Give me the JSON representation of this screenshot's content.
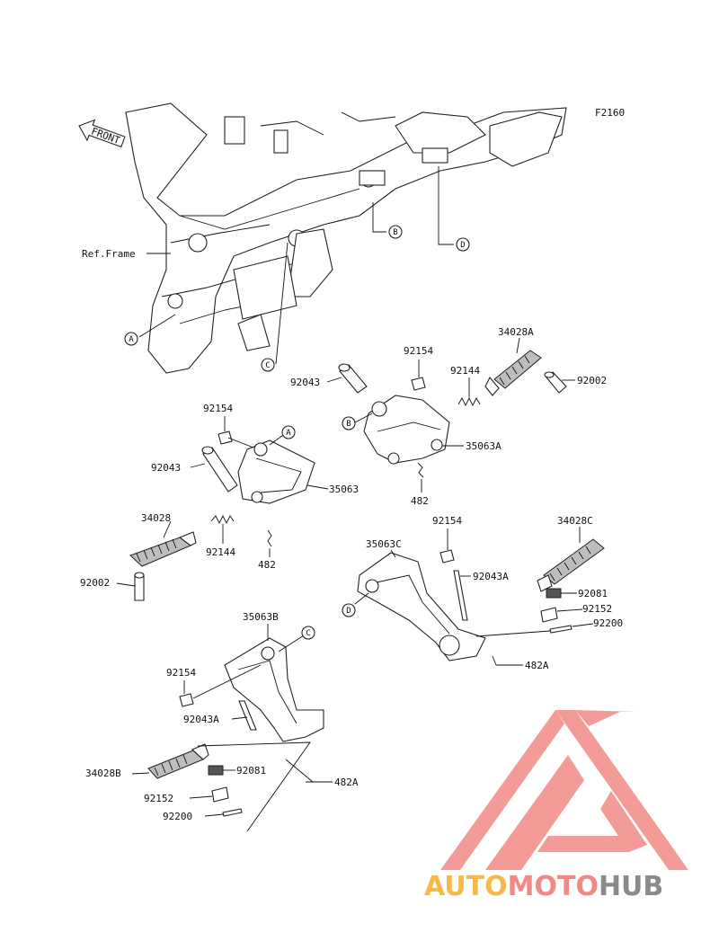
{
  "figure_code": "F2160",
  "front_label": "FRONT",
  "ref_frame_label": "Ref.Frame",
  "callouts": {
    "A1": "A",
    "A2": "A",
    "B1": "B",
    "B2": "B",
    "C1": "C",
    "C2": "C",
    "D1": "D",
    "D2": "D"
  },
  "parts": {
    "p92154_left": "92154",
    "p92043_left": "92043",
    "p35063": "35063",
    "p34028": "34028",
    "p92144_left": "92144",
    "p482_left": "482",
    "p92002_left": "92002",
    "p92154_right": "92154",
    "p34028A": "34028A",
    "p92043_right": "92043",
    "p92144_right": "92144",
    "p92002_right": "92002",
    "p35063A": "35063A",
    "p482_right": "482",
    "p92154_c": "92154",
    "p34028C": "34028C",
    "p35063C": "35063C",
    "p92043A_c": "92043A",
    "p92081_c": "92081",
    "p92152_c": "92152",
    "p92200_c": "92200",
    "p482A_c": "482A",
    "p35063B": "35063B",
    "p92154_b": "92154",
    "p92043A_b": "92043A",
    "p34028B": "34028B",
    "p92081_b": "92081",
    "p92152_b": "92152",
    "p92200_b": "92200",
    "p482A_b": "482A"
  },
  "watermark": {
    "part1": "AUTO",
    "part2": "MOTO",
    "part3": "HUB",
    "color_orange": "#f5b94a",
    "color_red": "#f08a86",
    "color_grey": "#8a8a8a"
  }
}
